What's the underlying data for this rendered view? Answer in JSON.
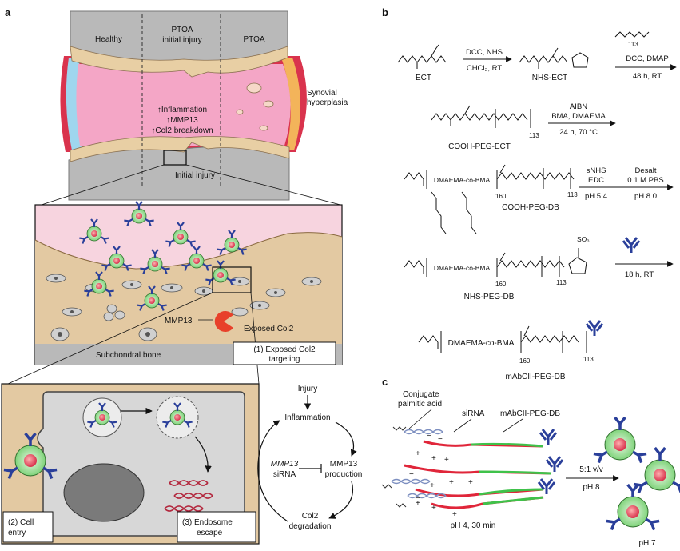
{
  "panels": {
    "a": "a",
    "b": "b",
    "c": "c"
  },
  "panel_a": {
    "regions": [
      "Healthy",
      "PTOA",
      "PTOA"
    ],
    "region_sub": "initial injury",
    "synovial": [
      "Synovial",
      "hyperplasia"
    ],
    "effects": [
      "↑Inflammation",
      "↑MMP13",
      "↑Col2 breakdown"
    ],
    "initial_injury": "Initial injury",
    "mmp13": "MMP13",
    "exposed_col2": "Exposed Col2",
    "subchondral": "Subchondral bone",
    "targeting_box": [
      "(1) Exposed Col2",
      "targeting"
    ],
    "cell_entry_box": [
      "(2) Cell",
      "entry"
    ],
    "endosome_box": [
      "(3) Endosome",
      "escape"
    ],
    "cycle": {
      "injury": "Injury",
      "inflammation": "Inflammation",
      "mmp13_production": [
        "MMP13",
        "production"
      ],
      "col2_degradation": [
        "Col2",
        "degradation"
      ],
      "sirna_gene": "MMP13",
      "sirna_word": "siRNA"
    }
  },
  "panel_b": {
    "step1": {
      "reagents": [
        "DCC, NHS",
        "CHCl₃, RT"
      ],
      "start": "ECT",
      "product": "NHS-ECT"
    },
    "step2": {
      "reagents": [
        "DCC, DMAP",
        "48 h, RT"
      ],
      "sub": "113"
    },
    "step3": {
      "product": "COOH-PEG-ECT",
      "reagents": [
        "AIBN",
        "BMA, DMAEMA",
        "24 h, 70 °C"
      ],
      "sub": "113"
    },
    "step4": {
      "block": "DMAEMA-co-BMA",
      "n": "160",
      "m": "113",
      "reagents": [
        "sNHS",
        "EDC",
        "pH 5.4"
      ],
      "desalt": [
        "Desalt",
        "0.1 M PBS",
        "pH 8.0"
      ],
      "product": "COOH-PEG-DB"
    },
    "step5": {
      "block": "DMAEMA-co-BMA",
      "n": "160",
      "m": "113",
      "product": "NHS-PEG-DB",
      "reagents": [
        "18 h, RT"
      ],
      "so3": "SO₃⁻"
    },
    "step6": {
      "block": "DMAEMA-co-BMA",
      "n": "160",
      "m": "113",
      "product": "mAbCII-PEG-DB"
    }
  },
  "panel_c": {
    "conjugate": [
      "Conjugate",
      "palmitic acid"
    ],
    "sirna": "siRNA",
    "polymer": "mAbCII-PEG-DB",
    "ratio": "5:1 v/v",
    "ph8": "pH 8",
    "ph4": "pH 4, 30 min",
    "ph7": "pH 7"
  },
  "colors": {
    "cartilage_pink": "#f4a6c6",
    "synovium_red": "#d9334d",
    "bone_grey": "#b9b9b9",
    "antibody_blue": "#2a3f9a",
    "peg_green": "#3fc24a",
    "polymer_red": "#e0263a",
    "nanoparticle_green": "#a8e6a0"
  }
}
